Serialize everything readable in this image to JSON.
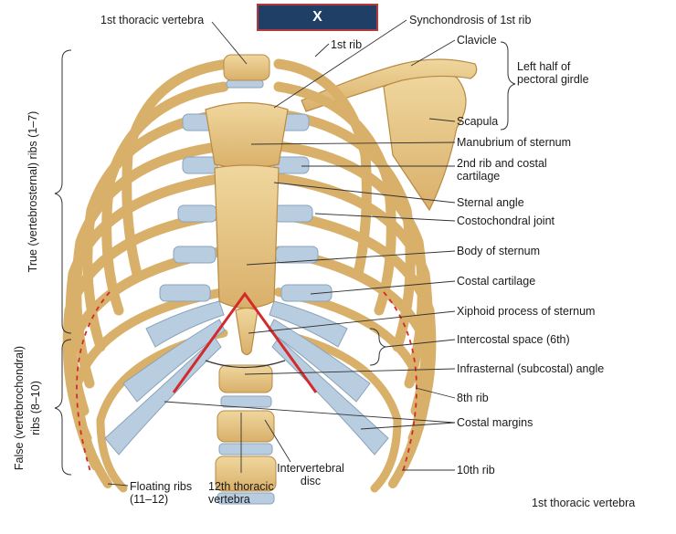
{
  "question_box": {
    "text": "X"
  },
  "labels": {
    "first_thoracic_vertebra_top": "1st thoracic vertebra",
    "first_rib": "1st rib",
    "synchondrosis": "Synchondrosis of 1st rib",
    "clavicle": "Clavicle",
    "pectoral_girdle": "Left half of pectoral girdle",
    "scapula": "Scapula",
    "manubrium": "Manubrium of sternum",
    "second_rib": "2nd rib and costal cartilage",
    "sternal_angle": "Sternal angle",
    "costochondral_joint": "Costochondral joint",
    "body_of_sternum": "Body of sternum",
    "costal_cartilage": "Costal cartilage",
    "xiphoid": "Xiphoid process of sternum",
    "intercostal_space": "Intercostal space (6th)",
    "infrasternal_angle": "Infrasternal (subcostal) angle",
    "eighth_rib": "8th rib",
    "costal_margins": "Costal margins",
    "tenth_rib": "10th rib",
    "intervertebral_disc": "Intervertebral disc",
    "twelfth_thoracic_vertebra": "12th thoracic vertebra",
    "floating_ribs": "Floating ribs (11–12)",
    "first_thoracic_vertebra_bottom": "1st thoracic vertebra"
  },
  "side_labels": {
    "true_ribs": "True (vertebrosternal) ribs (1–7)",
    "false_ribs_line1": "False (vertebrochondral)",
    "false_ribs_line2": "ribs (8–10)"
  },
  "colors": {
    "bone": "#e8c98a",
    "bone_shadow": "#c99b52",
    "cartilage": "#b8cde0",
    "angle_marker": "#d42a2a",
    "leader_line": "#333333",
    "box_fill": "#1f3f66",
    "box_border": "#b33a3a"
  }
}
